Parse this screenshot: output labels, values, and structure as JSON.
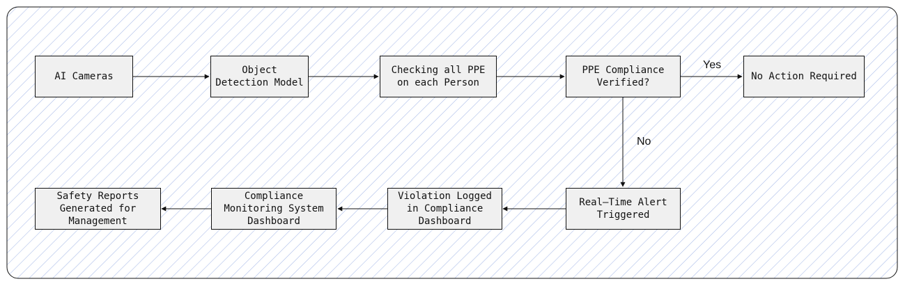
{
  "nodes": {
    "ai_cameras": "AI Cameras",
    "object_detection": "Object\nDetection Model",
    "checking_ppe": "Checking all PPE\non each Person",
    "ppe_compliance": "PPE Compliance\nVerified?",
    "no_action": "No Action Required",
    "alert": "Real–Time Alert\nTriggered",
    "violation_logged": "Violation Logged\nin Compliance\nDashboard",
    "monitoring_dashboard": "Compliance\nMonitoring System\nDashboard",
    "safety_reports": "Safety Reports\nGenerated for\nManagement"
  },
  "edge_labels": {
    "yes": "Yes",
    "no": "No"
  },
  "colors": {
    "hatch": "#aebfea",
    "node_fill": "#f0f0f0",
    "stroke": "#111111"
  }
}
